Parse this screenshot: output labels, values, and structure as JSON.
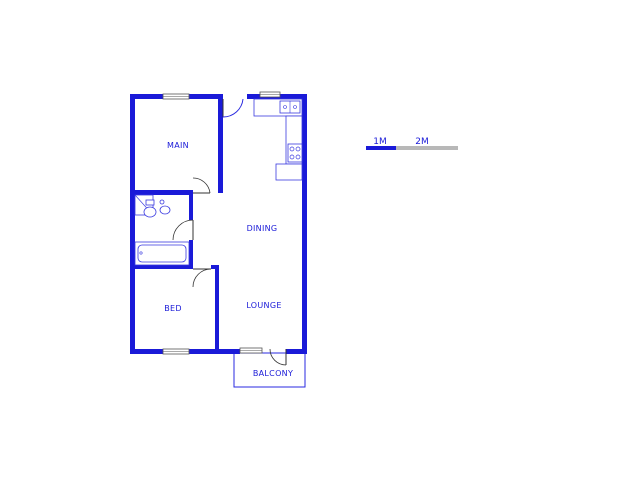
{
  "rooms": {
    "main": "MAIN",
    "dining": "DINING",
    "lounge": "LOUNGE",
    "bed": "BED",
    "balcony": "BALCONY"
  },
  "scale": {
    "label_1": "1M",
    "label_2": "2M"
  },
  "colors": {
    "wall": "#1a1ad8",
    "scale_filled": "#1a1ad8",
    "scale_empty": "#b8b8b8"
  }
}
